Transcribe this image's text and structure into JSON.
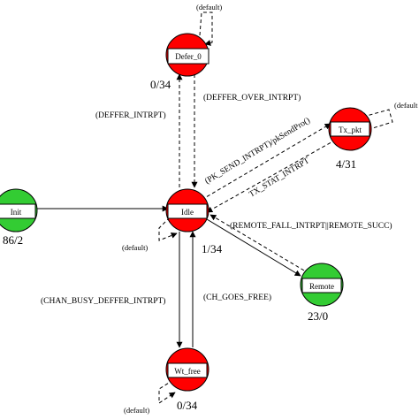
{
  "states": {
    "defer_0": {
      "name": "Defer_0",
      "counts": "0/34",
      "color": "#ff0000"
    },
    "tx_pkt": {
      "name": "Tx_pkt",
      "counts": "4/31",
      "color": "#ff0000"
    },
    "init": {
      "name": "Init",
      "counts": "86/2",
      "color": "#33cc33"
    },
    "idle": {
      "name": "Idle",
      "counts": "1/34",
      "color": "#ff0000"
    },
    "remote": {
      "name": "Remote",
      "counts": "23/0",
      "color": "#33cc33"
    },
    "wt_free": {
      "name": "Wt_free",
      "counts": "0/34",
      "color": "#ff0000"
    }
  },
  "transitions": {
    "deffer_intrpt": "(DEFFER_INTRPT)",
    "deffer_over_intrpt": "(DEFFER_OVER_INTRPT)",
    "pk_send_intrpt": "(PK_SEND_INTRPT)/pkSendPro()",
    "tx_stat_intrpt": "TX_STAT_INTRPT",
    "remote_fall": "(REMOTE_FALL_INTRPT||REMOTE_SUCC)",
    "chan_busy": "(CHAN_BUSY_DEFFER_INTRPT)",
    "ch_goes_free": "(CH_GOES_FREE)"
  },
  "self_loops": {
    "defer_0": "(default)",
    "tx_pkt": "(default",
    "idle": "(default)",
    "wt_free": "(default)"
  },
  "colors": {
    "stop_red": "#ff0000",
    "go_green": "#33cc33",
    "line": "#000000"
  }
}
